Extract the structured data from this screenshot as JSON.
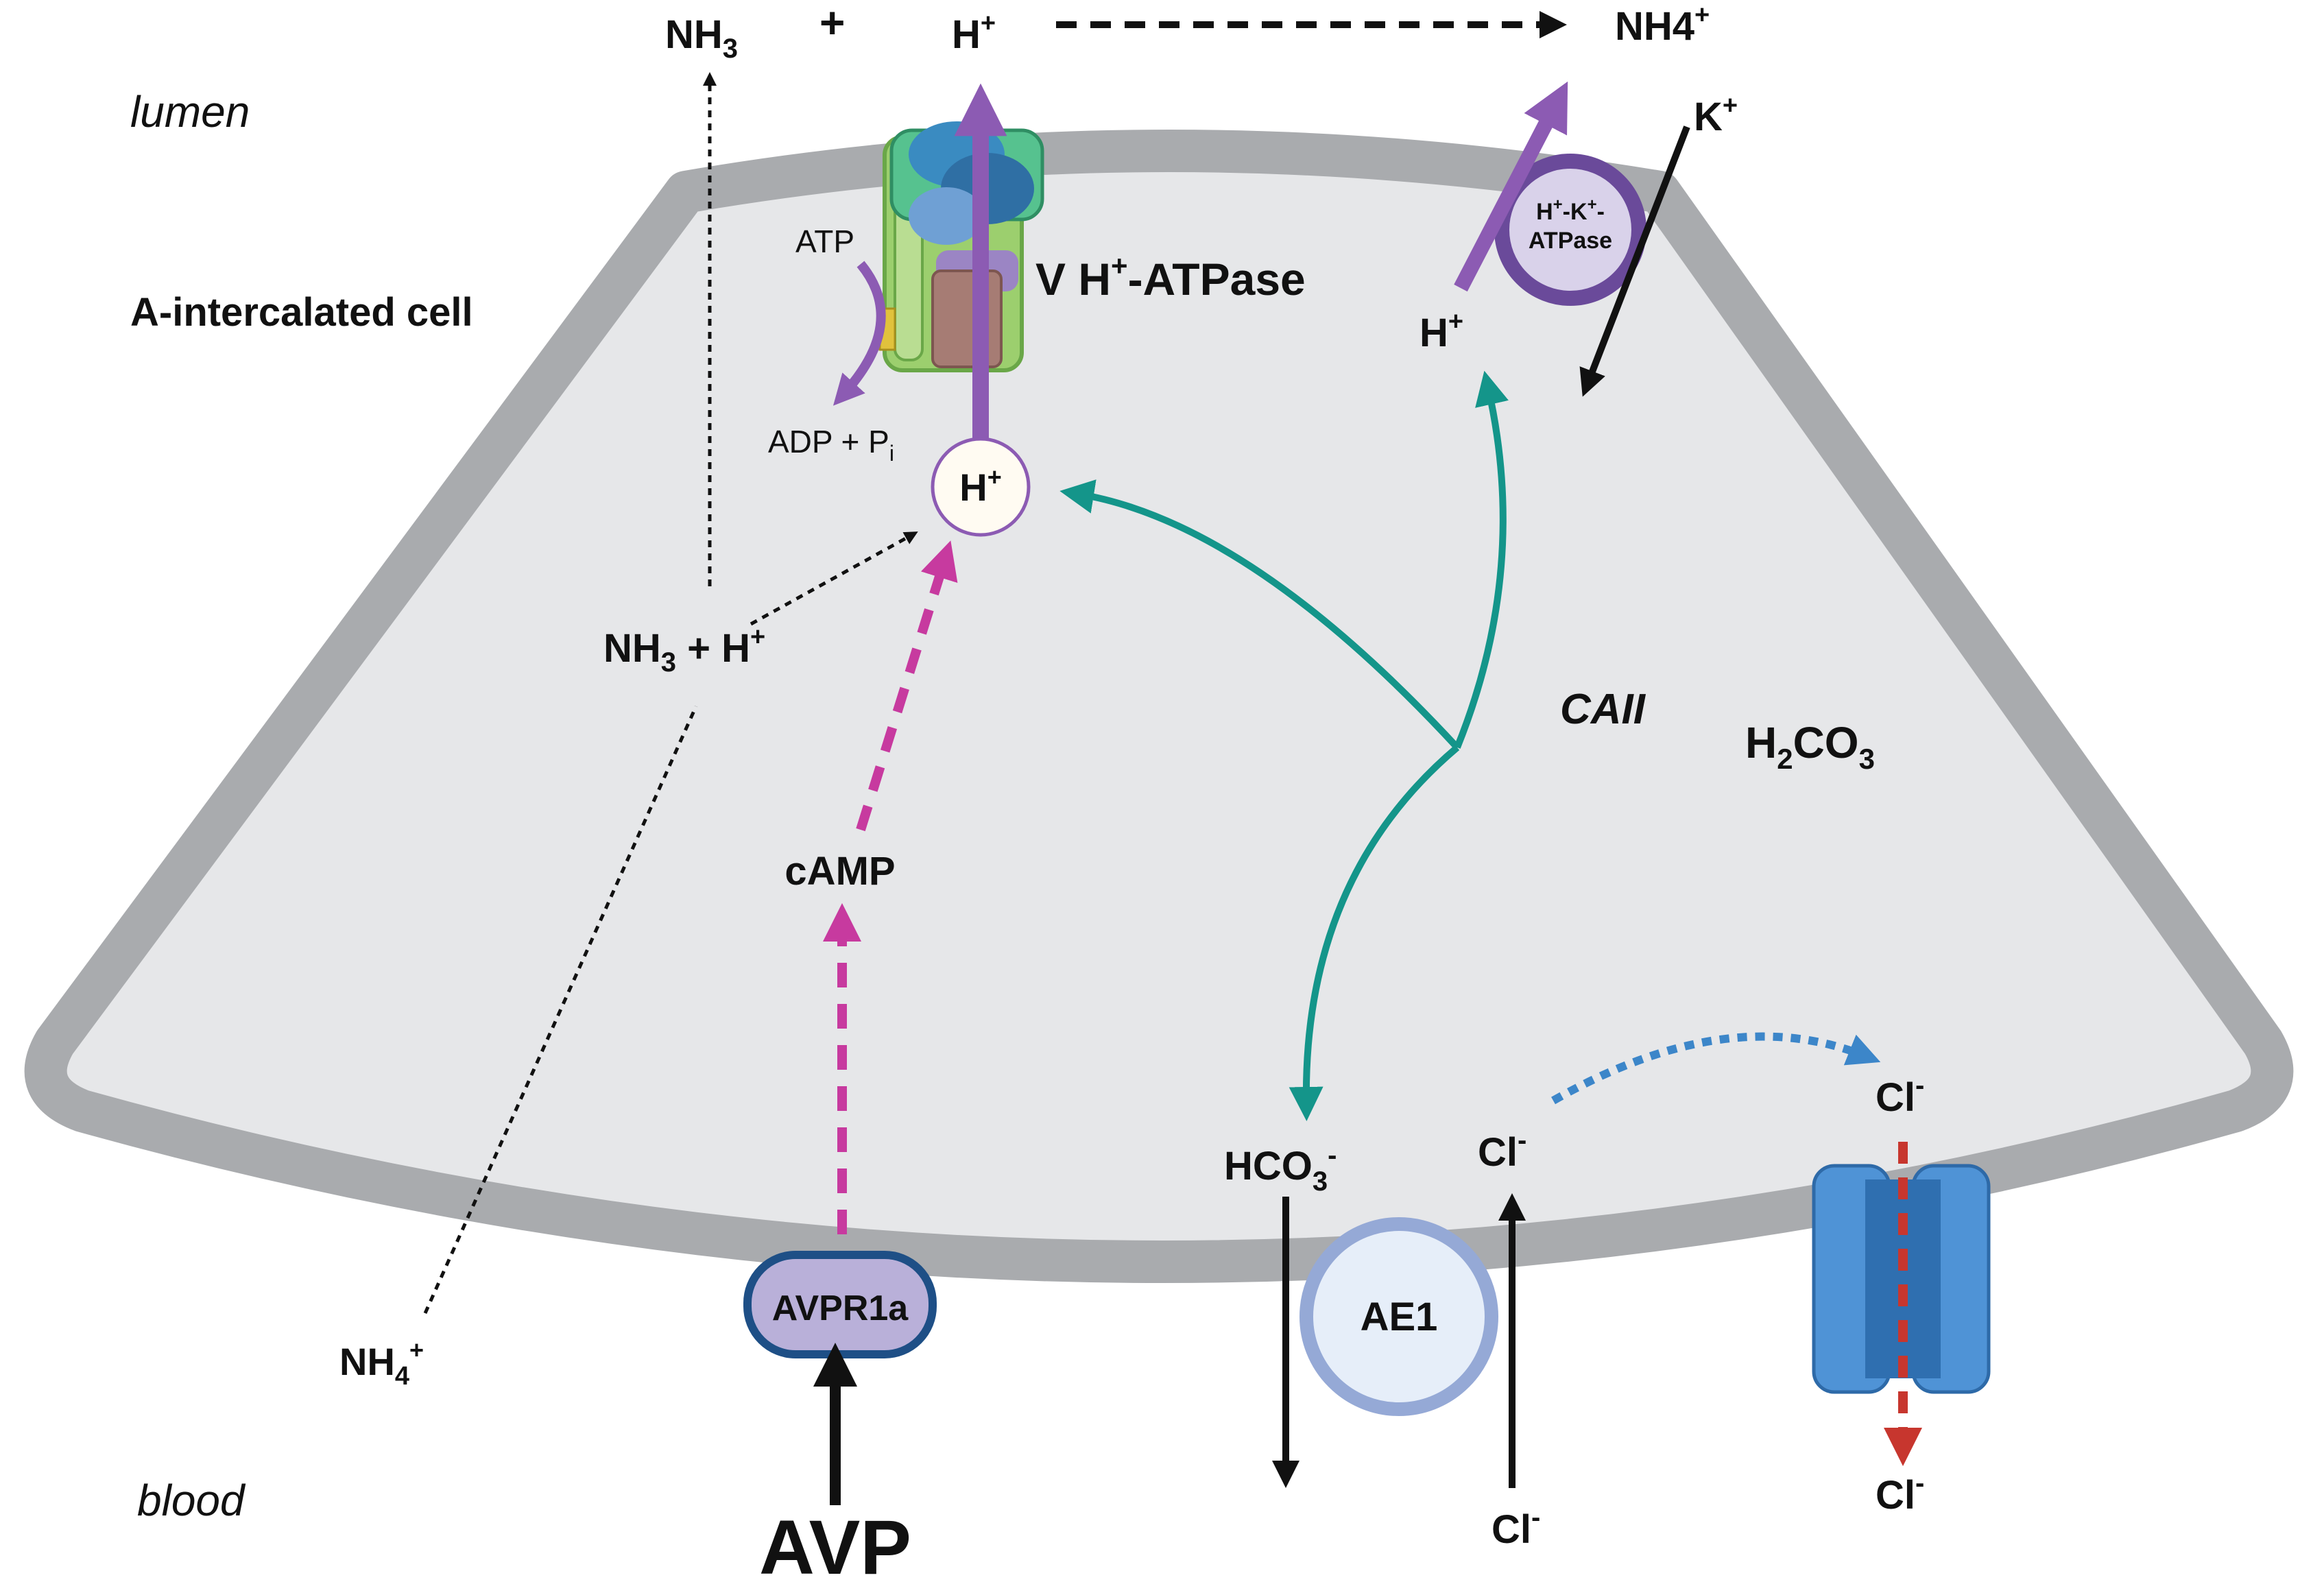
{
  "regions": {
    "lumen": "lumen",
    "blood": "blood",
    "cell_title": "A-intercalated cell"
  },
  "lumen_side": {
    "nh3": "NH",
    "nh3_sub": "3",
    "plus": "+",
    "h": "H",
    "h_sup": "+",
    "nh4": "NH4",
    "nh4_sup": "+",
    "k": "K",
    "k_sup": "+"
  },
  "v_atpase": {
    "label_pre": "V H",
    "label_sup": "+",
    "label_post": "-ATPase",
    "atp": "ATP",
    "adp_pre": "ADP + P",
    "adp_sub": "i"
  },
  "hk_atpase": {
    "line1_a": "H",
    "line1_sup1": "+",
    "line1_b": "-K",
    "line1_sup2": "+",
    "line1_c": "-",
    "line2": "ATPase",
    "h_inside": "H",
    "h_inside_sup": "+"
  },
  "cytoplasm": {
    "h_circle": "H",
    "h_circle_sup": "+",
    "nh3_h_a": "NH",
    "nh3_h_sub": "3",
    "nh3_h_b": " + H",
    "nh3_h_sup": "+",
    "camp": "cAMP",
    "caii": "CAII",
    "h2co3_a": "H",
    "h2co3_sub1": "2",
    "h2co3_b": "CO",
    "h2co3_sub2": "3",
    "hco3_a": "HCO",
    "hco3_sub": "3",
    "hco3_sup": "-",
    "cl_inside": "Cl",
    "cl_inside_sup": "-",
    "cl_right": "Cl",
    "cl_right_sup": "-"
  },
  "basolateral": {
    "avpr1a": "AVPR1a",
    "ae1": "AE1",
    "nh4_a": "NH",
    "nh4_sub": "4",
    "nh4_sup": "+",
    "avp": "AVP",
    "cl_blood": "Cl",
    "cl_blood_sup": "-",
    "cl_channel_out": "Cl",
    "cl_channel_out_sup": "-"
  },
  "colors": {
    "membrane": "#a9abae",
    "cytoplasm": "#e6e7e9",
    "purple": "#8c5bb3",
    "teal": "#14958a",
    "magenta": "#c73a9f",
    "blue_dotted": "#3c86c9",
    "red_dashed": "#c7362e",
    "receptor_fill": "#b9b0d9",
    "receptor_stroke": "#1e4f86",
    "ae1_stroke": "#95a9d6",
    "channel": "#4f93d6"
  }
}
